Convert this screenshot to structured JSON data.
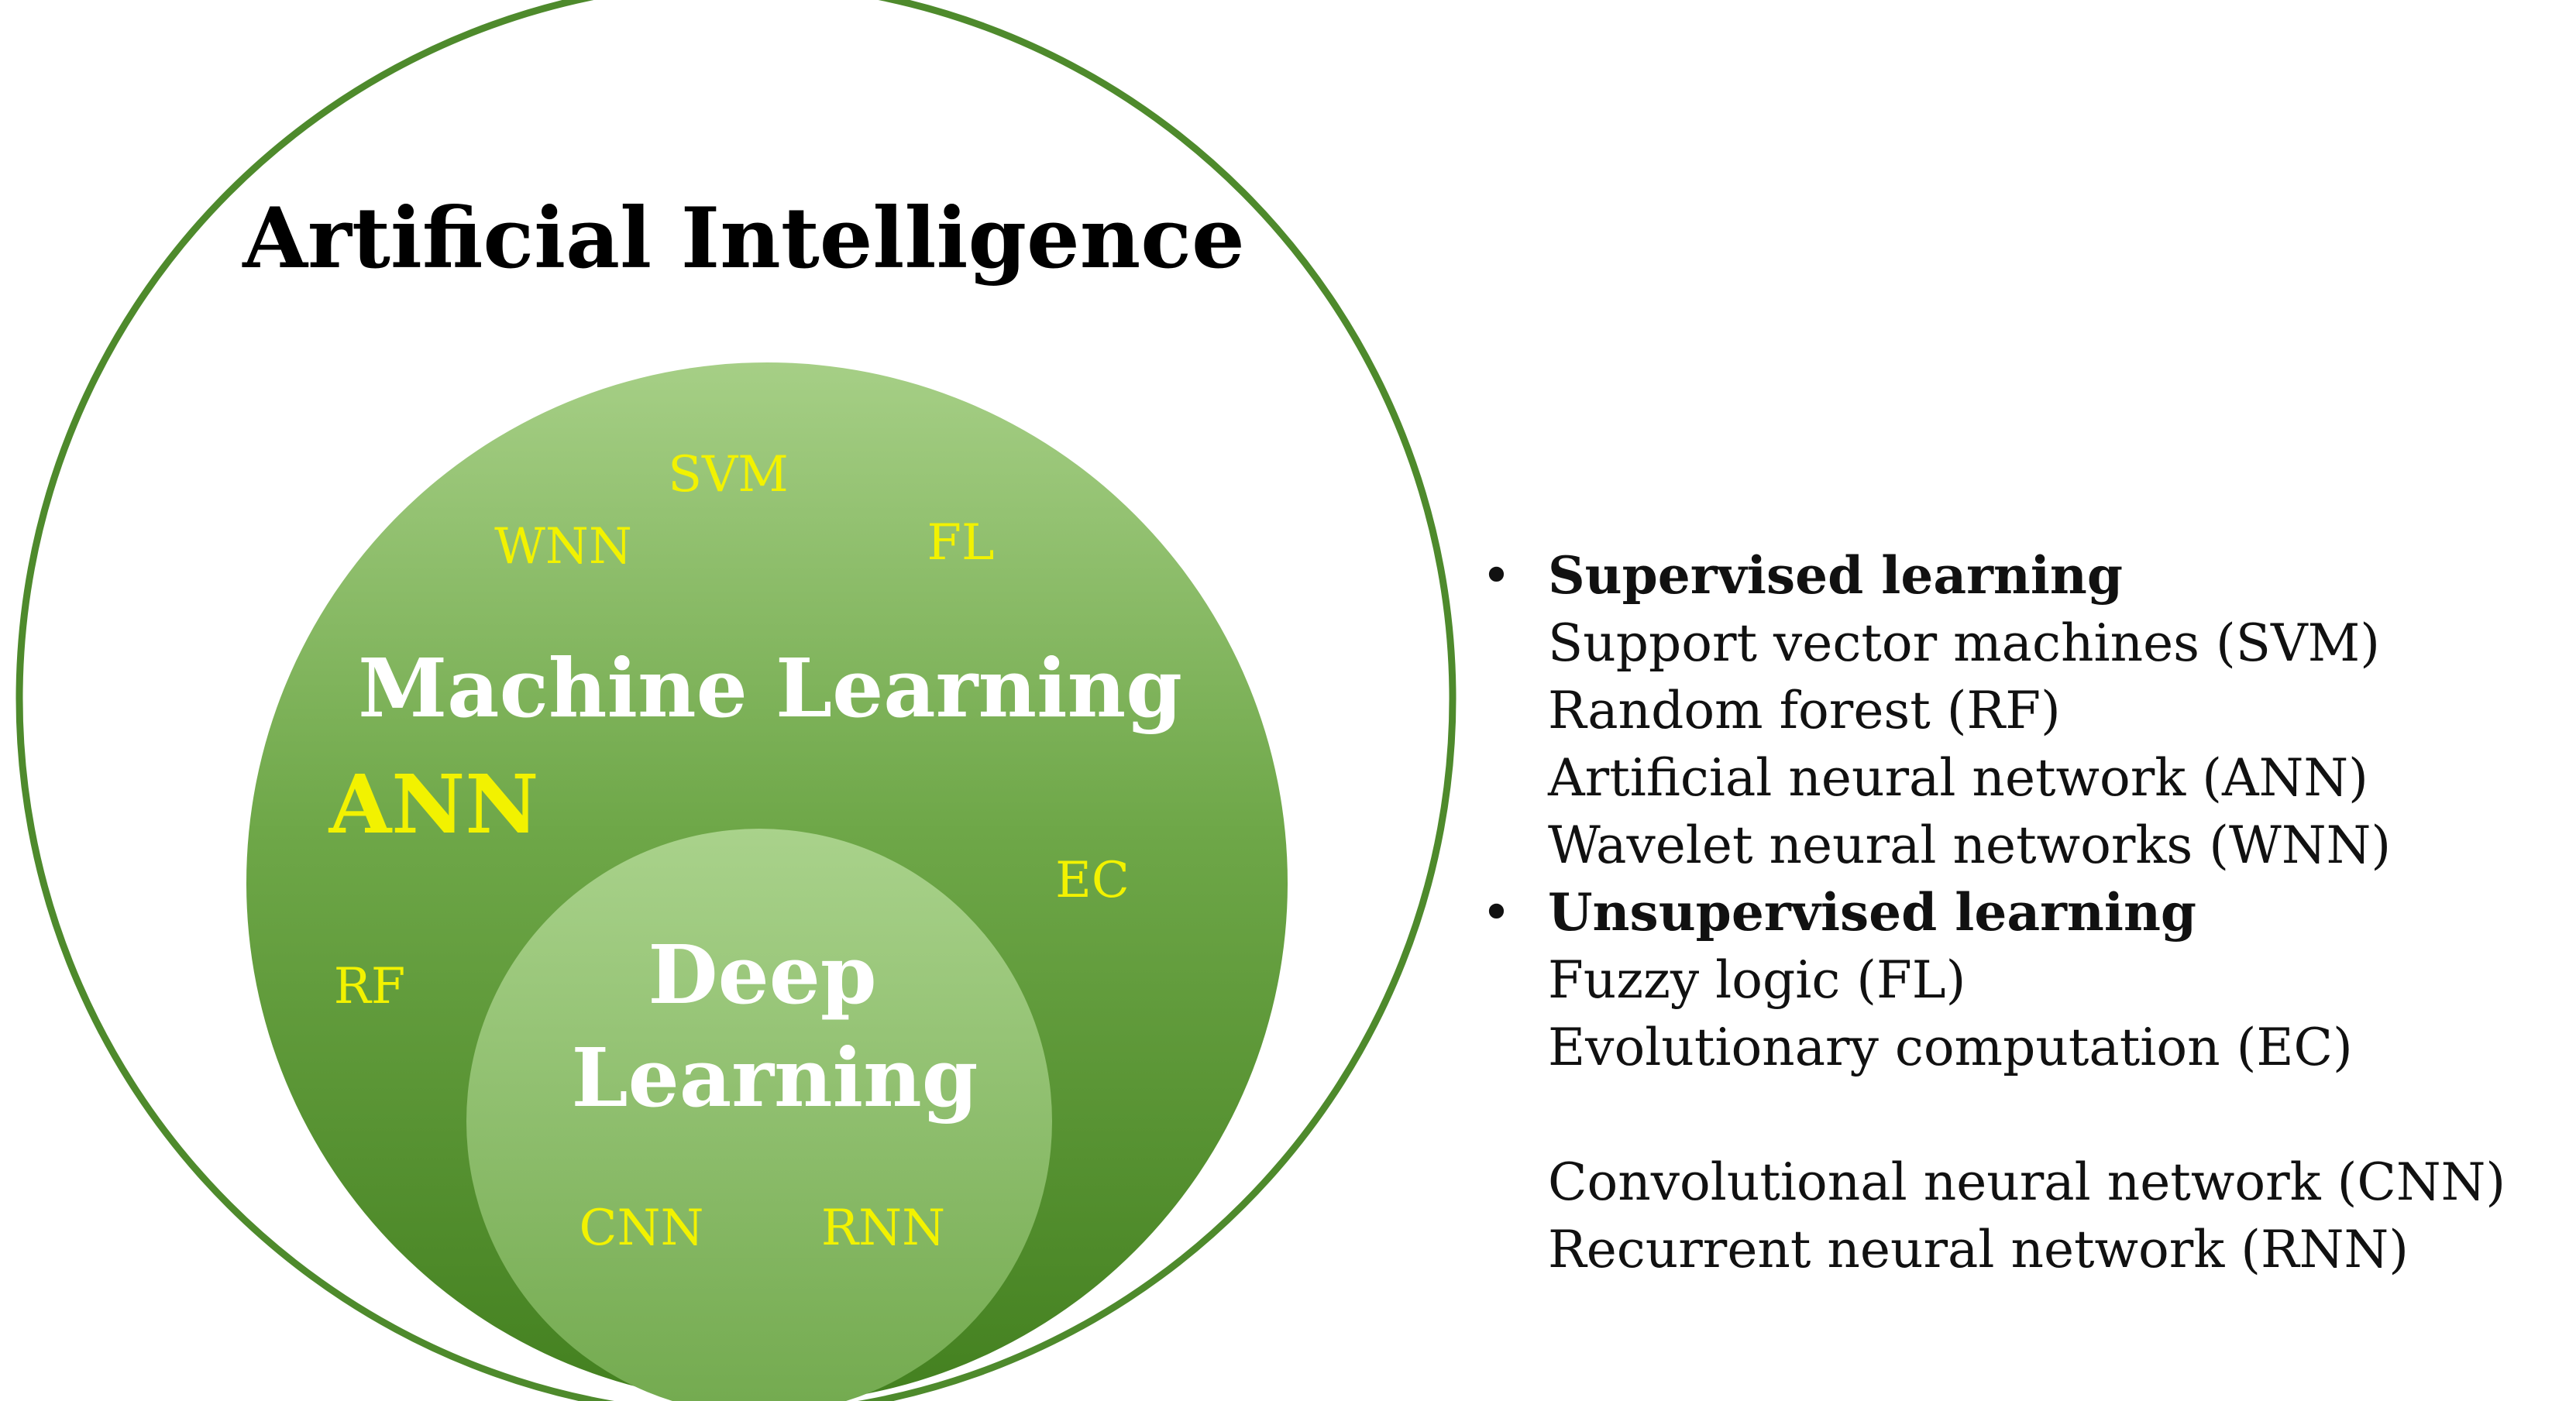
{
  "colors": {
    "outer_stroke": "#4e8a2c",
    "ml_fill_light": "#a6cf86",
    "ml_fill_dark": "#4b8a26",
    "dl_fill_light": "#a5cf86",
    "dl_fill_dark": "#76ad52",
    "acronym_text": "#f2f200",
    "title_text": "#000000",
    "inner_title_text": "#ffffff"
  },
  "diagram": {
    "outer_label": "Artificial Intelligence",
    "middle_label": "Machine Learning",
    "inner_label_line1": "Deep",
    "inner_label_line2": "Learning",
    "ml_acronyms": {
      "svm": "SVM",
      "wnn": "WNN",
      "fl": "FL",
      "ann": "ANN",
      "ec": "EC",
      "rf": "RF"
    },
    "dl_acronyms": {
      "cnn": "CNN",
      "rnn": "RNN"
    }
  },
  "legend": {
    "bullet_char": "•",
    "supervised": {
      "heading": "Supervised learning",
      "items": [
        "Support vector machines (SVM)",
        "Random forest (RF)",
        "Artificial neural network (ANN)",
        "Wavelet neural networks (WNN)"
      ]
    },
    "unsupervised": {
      "heading": "Unsupervised learning",
      "items": [
        "Fuzzy logic (FL)",
        "Evolutionary computation (EC)"
      ]
    },
    "deep": {
      "items": [
        "Convolutional neural network (CNN)",
        "Recurrent neural network (RNN)"
      ]
    }
  }
}
